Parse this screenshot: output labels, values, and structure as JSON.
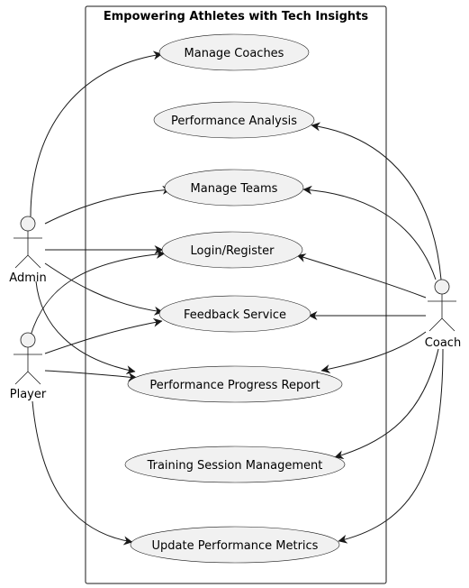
{
  "system": {
    "title": "Empowering Athletes with Tech Insights"
  },
  "actors": [
    {
      "id": "admin",
      "label": "Admin"
    },
    {
      "id": "player",
      "label": "Player"
    },
    {
      "id": "coach",
      "label": "Coach"
    }
  ],
  "use_cases": [
    {
      "id": "manage_coaches",
      "label": "Manage Coaches"
    },
    {
      "id": "performance_analysis",
      "label": "Performance Analysis"
    },
    {
      "id": "manage_teams",
      "label": "Manage Teams"
    },
    {
      "id": "login_register",
      "label": "Login/Register"
    },
    {
      "id": "feedback_service",
      "label": "Feedback Service"
    },
    {
      "id": "progress_report",
      "label": "Performance Progress Report"
    },
    {
      "id": "training_session",
      "label": "Training Session Management"
    },
    {
      "id": "update_metrics",
      "label": "Update Performance Metrics"
    }
  ],
  "associations": [
    {
      "from": "admin",
      "to": "manage_coaches"
    },
    {
      "from": "admin",
      "to": "manage_teams"
    },
    {
      "from": "admin",
      "to": "login_register"
    },
    {
      "from": "admin",
      "to": "feedback_service"
    },
    {
      "from": "admin",
      "to": "progress_report"
    },
    {
      "from": "player",
      "to": "login_register"
    },
    {
      "from": "player",
      "to": "feedback_service"
    },
    {
      "from": "player",
      "to": "progress_report"
    },
    {
      "from": "player",
      "to": "update_metrics"
    },
    {
      "from": "coach",
      "to": "performance_analysis"
    },
    {
      "from": "coach",
      "to": "manage_teams"
    },
    {
      "from": "coach",
      "to": "login_register"
    },
    {
      "from": "coach",
      "to": "feedback_service"
    },
    {
      "from": "coach",
      "to": "progress_report"
    },
    {
      "from": "coach",
      "to": "training_session"
    },
    {
      "from": "coach",
      "to": "update_metrics"
    }
  ]
}
